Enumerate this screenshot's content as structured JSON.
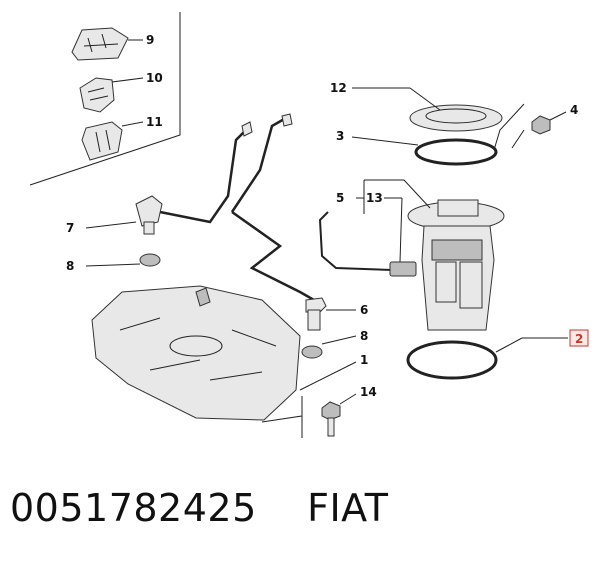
{
  "callouts": [
    "1",
    "2",
    "3",
    "4",
    "5",
    "6",
    "7",
    "8",
    "8",
    "9",
    "10",
    "11",
    "12",
    "13",
    "14"
  ],
  "caption": {
    "part_number": "0051782425",
    "brand": "FIAT"
  }
}
